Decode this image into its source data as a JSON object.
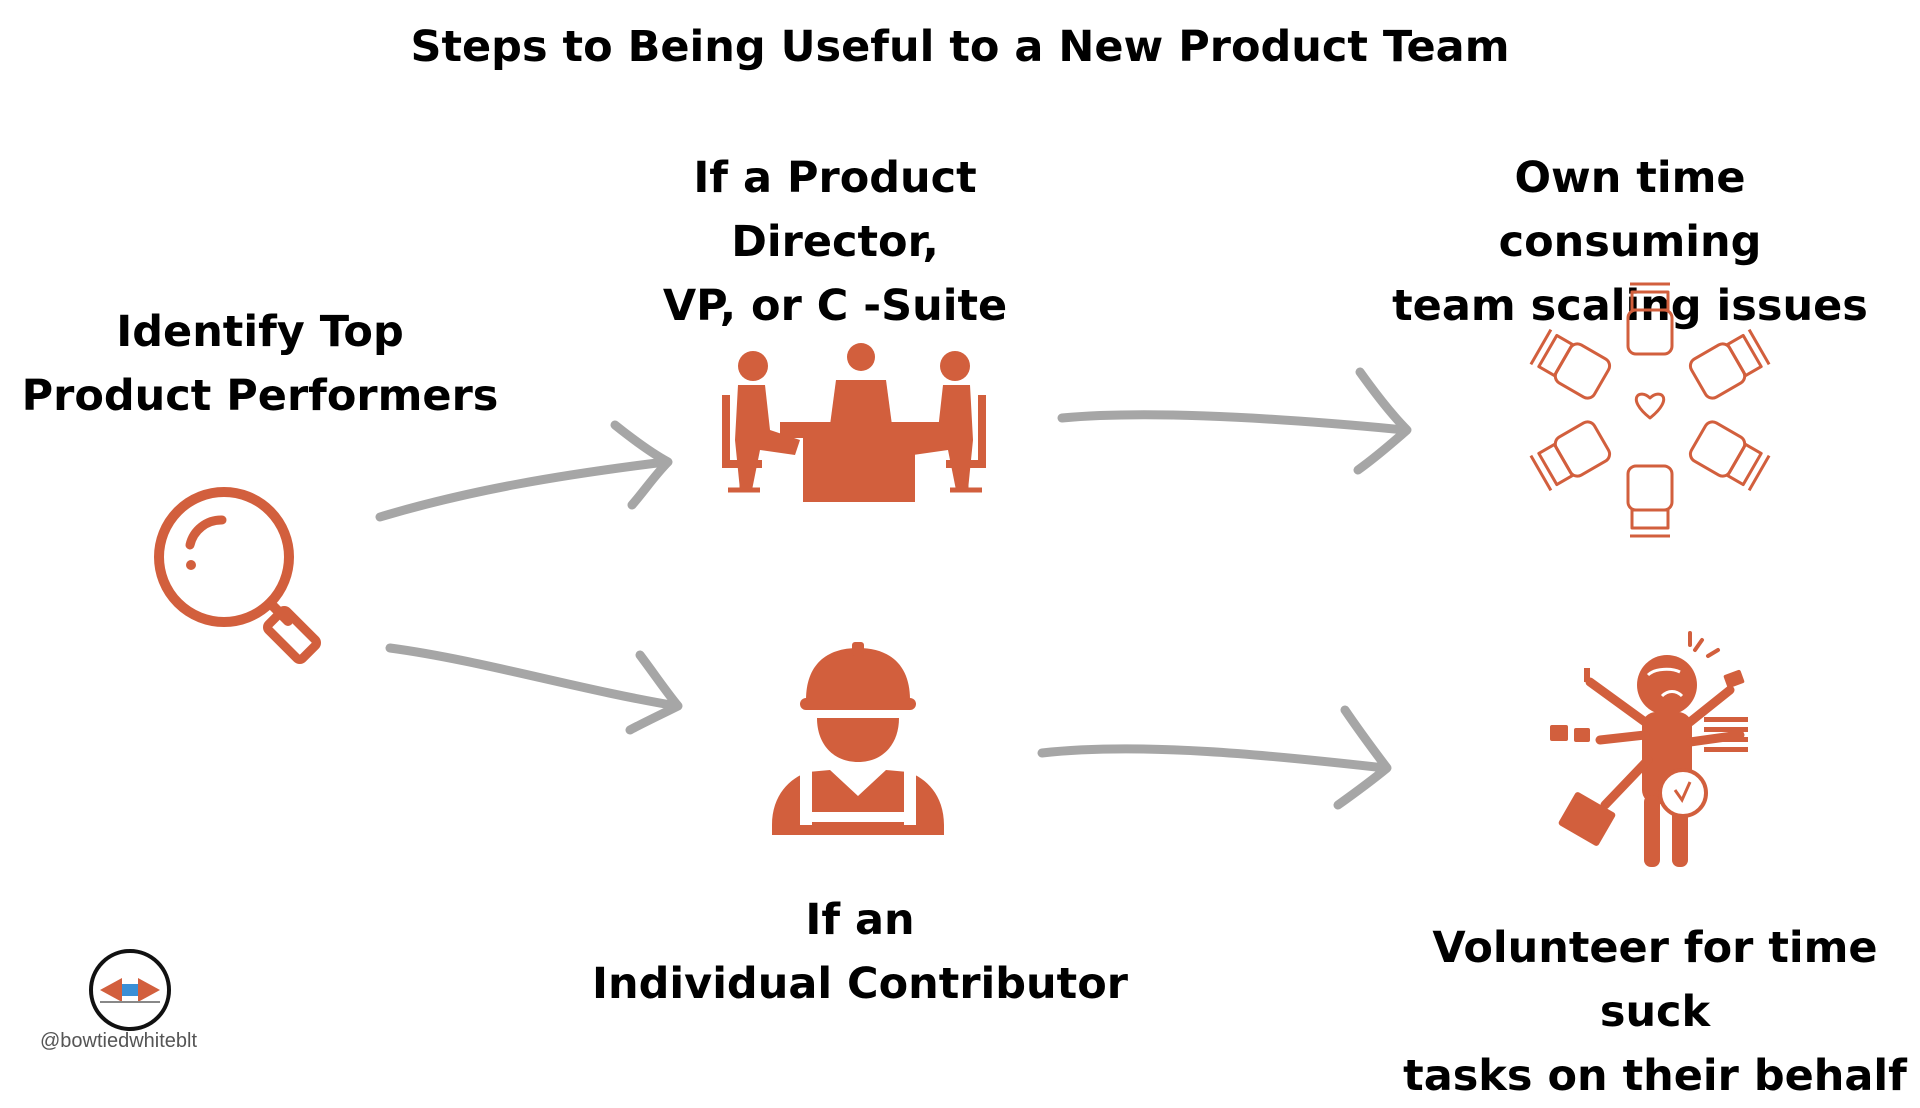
{
  "title": "Steps to Being Useful to a New Product Team",
  "steps": {
    "identify": [
      "Identify Top",
      "Product Performers"
    ],
    "director": [
      "If a Product Director,",
      "VP, or C -Suite"
    ],
    "own": [
      "Own time consuming",
      "team scaling issues"
    ],
    "ic": [
      "If an",
      "Individual Contributor"
    ],
    "volunteer": [
      "Volunteer for time suck",
      "tasks on their behalf"
    ]
  },
  "handle": "@bowtiedwhiteblt",
  "icons": {
    "identify": "magnifying-glass-icon",
    "director": "meeting-table-icon",
    "own": "team-fists-heart-icon",
    "ic": "construction-worker-icon",
    "volunteer": "multitasking-person-icon",
    "logo": "bowtie-logo-icon"
  },
  "colors": {
    "accent": "#D25F3D",
    "arrow": "#A6A6A6",
    "text": "#000000"
  }
}
